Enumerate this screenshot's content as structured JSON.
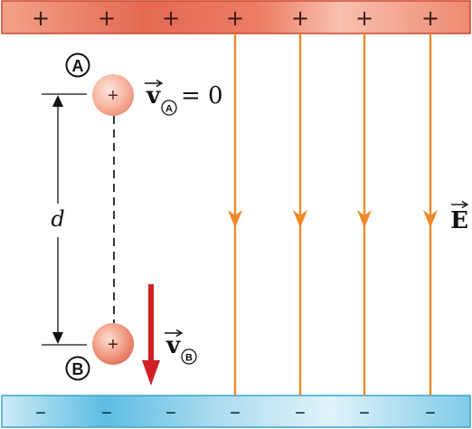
{
  "top_plate": {
    "symbol": "+",
    "count": 7,
    "color_light": "#f4a08a",
    "color_dark": "#e0604a"
  },
  "bottom_plate": {
    "symbol": "–",
    "count": 7,
    "color_light": "#bfe2f2",
    "color_dark": "#5bbbe0"
  },
  "field": {
    "label": "E",
    "line_count": 4,
    "line_color": "#f0892a"
  },
  "point_a": {
    "label": "A",
    "charge": "+",
    "velocity_symbol": "v",
    "velocity_subscript": "A",
    "velocity_value": "= 0"
  },
  "point_b": {
    "label": "B",
    "charge": "+",
    "velocity_symbol": "v",
    "velocity_subscript": "B"
  },
  "distance": {
    "label": "d"
  },
  "colors": {
    "velocity_arrow": "#d11f26",
    "particle_light": "#fbd3c5",
    "particle_dark": "#e9775f"
  }
}
